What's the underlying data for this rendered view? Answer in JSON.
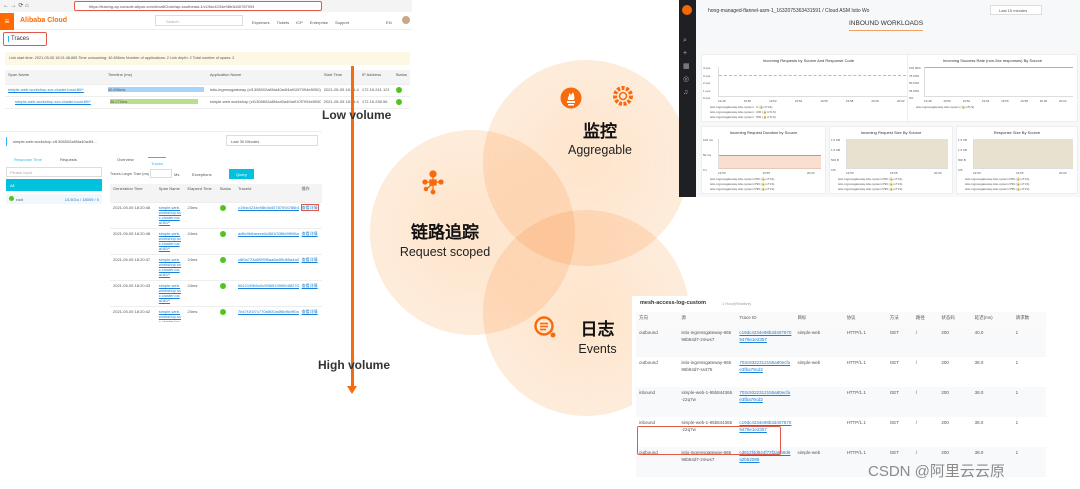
{
  "diagram": {
    "arrow_top_label": "Low volume",
    "arrow_bottom_label": "High volume",
    "circles": [
      {
        "title": "链路追踪",
        "subtitle": "Request scoped",
        "icon": "trace-network-icon"
      },
      {
        "title": "监控",
        "subtitle": "Aggregable",
        "icon": "prometheus-grafana-icon"
      },
      {
        "title": "日志",
        "subtitle": "Events",
        "icon": "log-search-icon"
      }
    ],
    "accent": "#f76b0f",
    "watermark": "CSDN @阿里云云原"
  },
  "traces_shot": {
    "url": "https://tracing-ap.console.aliyun.com/#/callChain/ap-southeast-1/c19dc4234e98b3d40787094",
    "logo": "Alibaba Cloud",
    "search_placeholder": "Search",
    "nav": [
      "Expenses",
      "Tickets",
      "ICP",
      "Enterprise",
      "Support"
    ],
    "lang": "EN",
    "title": "Traces",
    "info": "Link start time: 2021-05-05 18:21:48.865  Time consuming: 40.896ms  Number of applications: 2  Link depth: 2  Total number of spans: 2",
    "columns": [
      "Span Name",
      "Timeline (ms)",
      "Application Name",
      "Start Time",
      "IP Address",
      "Status"
    ],
    "rows": [
      {
        "span": "simple-web.workshop.svc.cluster.local:80/*",
        "time": "40.896ms",
        "app": "istio-ingressgateway (cf1308502a8f4a40a4f4a910f7094e5050)",
        "start": "2021-05-05 18:21:48.865",
        "ip": "172.16.241.121"
      },
      {
        "span": "simple-web.workshop.svc.cluster.local:80/*",
        "time": "36.270ms",
        "app": "simple-web.workshop (cf1308602a8f4a40a4f4a910f7094e5050)",
        "start": "2021-05-05 18:21:48.870",
        "ip": "172.16.238.56"
      }
    ]
  },
  "arms_shot": {
    "app_select": "simple-web.workshop cf1308502a8f4a40a4f4...",
    "time_range": "Last 30 Minutes",
    "left_tabs": [
      "Response Time",
      "Requests"
    ],
    "filter_placeholder": "Please input",
    "all_label": "All",
    "root_item": "root",
    "root_value": "15.501s / 18009 / 0",
    "tabs": [
      "Overview",
      "Traces"
    ],
    "longer_than_label": "Traces Longer Than (ms)",
    "ms": "Ms",
    "exceptions": "Exceptions",
    "query": "Query",
    "columns": [
      "Generation Time",
      "Span Name",
      "Elapsed Time",
      "Status",
      "TraceId",
      "操作"
    ],
    "rows": [
      {
        "time": "2021-05-05 18:20:48",
        "span": "simple-web.workshop.svc.cluster.local:80/*",
        "elapsed": "23ms",
        "trace": "c19dc4234e98b3d40787094786b1e2357",
        "op": "查看详情"
      },
      {
        "time": "2021-05-05 18:20:48",
        "span": "simple-web.workshop.svc.cluster.local:80/*",
        "elapsed": "24ms",
        "trace": "ad8c9b6aeecefa36f1f33f8d9f996a6",
        "op": "查看详情"
      },
      {
        "time": "2021-05-05 18:20:47",
        "span": "simple-web.workshop.svc.cluster.local:80/*",
        "elapsed": "24ms",
        "trace": "c8f0a723a5f2f5f5aa6a4f5d65a4a07",
        "op": "查看详情"
      },
      {
        "time": "2021-05-05 18:20:43",
        "span": "simple-web.workshop.svc.cluster.local:80/*",
        "elapsed": "24ms",
        "trace": "6612199b0c0c9f3651999f2d5f27f2a15",
        "op": "查看详情"
      },
      {
        "time": "2021-05-05 18:20:42",
        "span": "simple-web.workshop.svc.cluster.local:80/*",
        "elapsed": "24ms",
        "trace": "7b47f1f1f7c770a5f20a4f6bf5c9f0a1a7",
        "op": "查看详情"
      }
    ]
  },
  "grafana_shot": {
    "breadcrumb": "hong-managed-flannel-asm-1_1632075363431591 / Cloud ASM Istio Wo",
    "time_picker": "Last 15 minutes",
    "section": "INBOUND WORKLOADS",
    "panels": [
      {
        "title": "Incoming Requests by Source And Response Code",
        "yticks": [
          "4 ops",
          "3 ops",
          "2 ops",
          "1 ops",
          "0 ops"
        ],
        "xticks": [
          "19:48",
          "19:50",
          "19:52",
          "19:54",
          "19:56",
          "19:58",
          "20:00",
          "20:02"
        ],
        "legend": [
          "istio-ingressgateway.istio-system : 0 (🔒mTLS)",
          "istio-ingressgateway.istio-system : 200 (🔒mTLS)",
          "istio-ingressgateway.istio-system : 500 (🔒mTLS)"
        ]
      },
      {
        "title": "Incoming Success Rate (non-5xx responses) By Source",
        "yticks": [
          "100.00%",
          "75.00%",
          "50.00%",
          "25.00%",
          "0%"
        ],
        "xticks": [
          "19:48",
          "19:50",
          "19:52",
          "19:54",
          "19:56",
          "19:58",
          "20:00",
          "20:02"
        ],
        "legend": [
          "istio-ingressgateway.istio-system (🔒mTLS)"
        ]
      },
      {
        "title": "Incoming Request Duration by Source",
        "yticks": [
          "100 ms",
          "50 ms",
          "0 s"
        ],
        "xticks": [
          "19:50",
          "19:55",
          "20:00"
        ],
        "legend": [
          "istio-ingressgateway.istio-system P50 (🔒mTLS)",
          "istio-ingressgateway.istio-system P90 (🔒mTLS)",
          "istio-ingressgateway.istio-system P95 (🔒mTLS)"
        ]
      },
      {
        "title": "Incoming Request Size By Source",
        "yticks": [
          "1.5 KB",
          "1.0 KB",
          "500 B",
          "0 B"
        ],
        "xticks": [
          "19:50",
          "19:55",
          "20:00"
        ],
        "legend": [
          "istio-ingressgateway.istio-system P50 (🔒mTLS)",
          "istio-ingressgateway.istio-system P90 (🔒mTLS)",
          "istio-ingressgateway.istio-system P95 (🔒mTLS)"
        ]
      },
      {
        "title": "Response Size By Source",
        "yticks": [
          "1.5 KB",
          "1.0 KB",
          "500 B",
          "0 B"
        ],
        "xticks": [
          "19:50",
          "19:55",
          "20:00"
        ],
        "legend": [
          "istio-ingressgateway.istio-system P50 (🔒mTLS)",
          "istio-ingressgateway.istio-system P90 (🔒mTLS)",
          "istio-ingressgateway.istio-system P95 (🔒mTLS)"
        ]
      }
    ]
  },
  "log_shot": {
    "title": "mesh-access-log-custom",
    "range": "1 Hour(Relative)",
    "columns": [
      "方向",
      "源",
      "Trace ID",
      "目标",
      "协议",
      "方法",
      "路径",
      "状态码",
      "延迟(ms)",
      "请求数"
    ],
    "rows": [
      [
        "outbound",
        "istio-ingressgateway-66596b84d7-zmwx7",
        "c19dc4234e98b3d4078709478e1e2357",
        "simple-web",
        "HTTP/1.1",
        "GET",
        "/",
        "200",
        "40.0",
        "1"
      ],
      [
        "outbound",
        "istio-ingressgateway-66596b84d7-ss475",
        "703c9322312155a80ecfae3fba79cd2",
        "simple-web",
        "HTTP/1.1",
        "GET",
        "/",
        "200",
        "38.0",
        "1"
      ],
      [
        "inbound",
        "simple-web-1-95b844365-z2q7w",
        "703c9322312155a80ecfae3fba79cd2",
        "",
        "HTTP/1.1",
        "GET",
        "/",
        "200",
        "38.0",
        "1"
      ],
      [
        "inbound",
        "simple-web-1-95b844365-z2q7w",
        "c19dc4234e98b3d4078709478e1e2357",
        "",
        "HTTP/1.1",
        "GET",
        "/",
        "200",
        "38.0",
        "1"
      ],
      [
        "outbound",
        "istio-ingressgateway-66596b84d7-zmwx7",
        "cd912fdd924f72f2a9b8d6a2b52085",
        "simple-web",
        "HTTP/1.1",
        "GET",
        "/",
        "200",
        "38.0",
        "1"
      ]
    ]
  }
}
